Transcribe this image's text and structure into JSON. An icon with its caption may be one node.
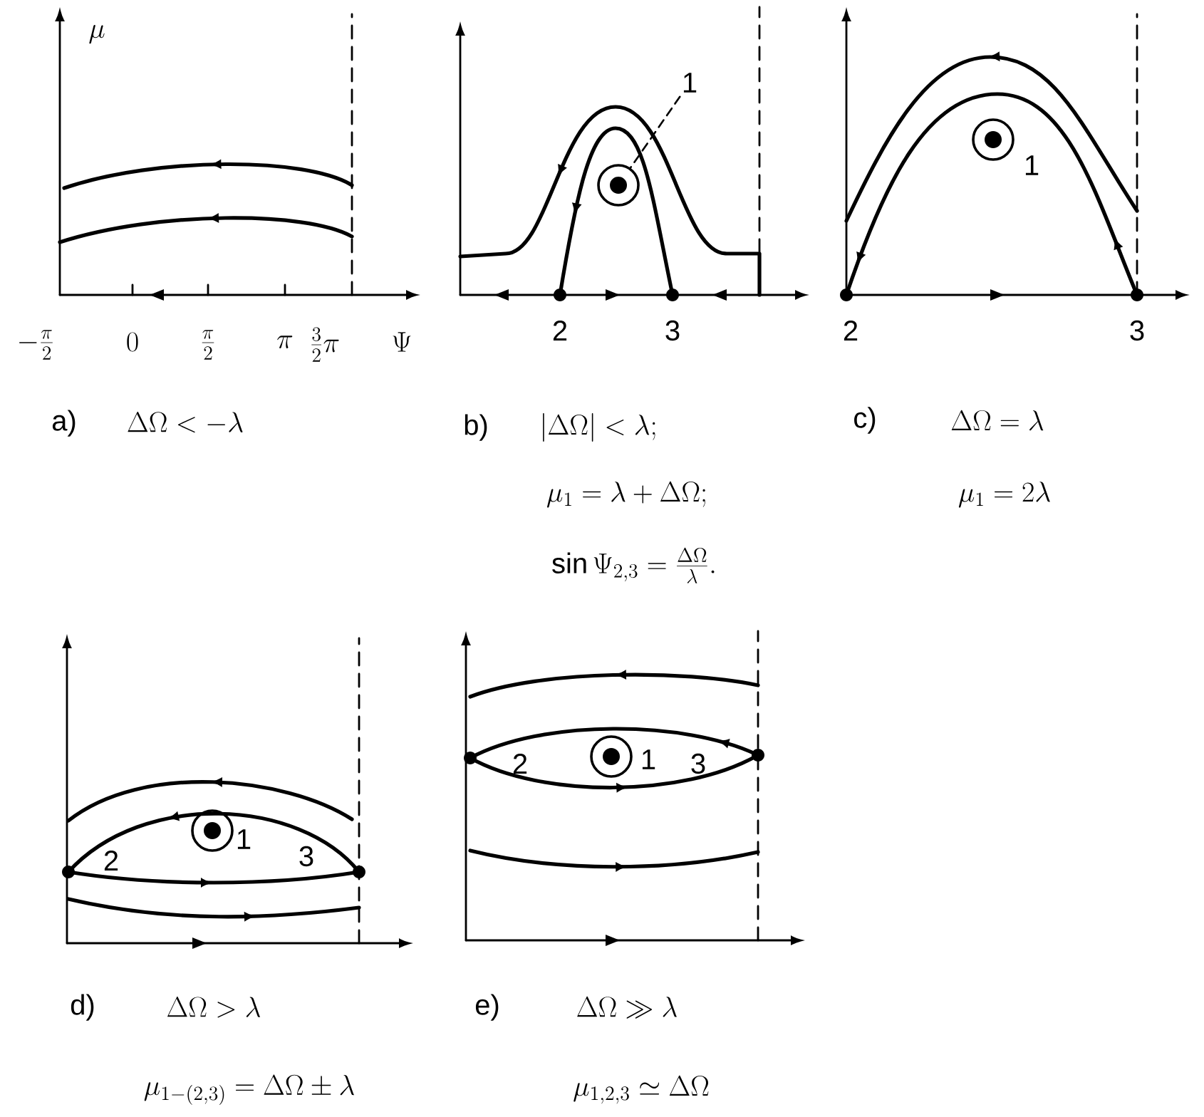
{
  "diagram": {
    "nodes": [
      {
        "text": [
          "1"
        ]
      },
      {
        "text": [],
        "shape": "circle"
      }
    ],
    "edges": [
      {
        "from": 0,
        "to": 1,
        "arrow": "none",
        "style": "dashed"
      }
    ],
    "labels": [
      "\\mu",
      "-\\frac{\\pi}{2}",
      "0",
      "\\frac{\\pi}{2}",
      "\\pi",
      "\\frac{3}{2}\\pi",
      "\\Psi",
      "2",
      "3",
      "2",
      "3",
      "1",
      "a)",
      "\\Delta\\Omega < -\\lambda",
      "b)",
      "|\\Delta\\Omega| < \\lambda;",
      "c)",
      "\\Delta\\Omega = \\lambda",
      "\\mu_1 = \\lambda + \\Delta\\Omega;",
      "\\mu_1 = 2\\lambda",
      "\\sin\\Psi_{2,3} = \\frac{\\Delta\\Omega}{\\lambda}.",
      "2",
      "1",
      "3",
      "2",
      "1",
      "3",
      "d)",
      "\\Delta\\Omega > \\lambda",
      "e)",
      "\\Delta\\Omega \\gg \\lambda",
      "\\mu_{1-(2,3)} = \\Delta\\Omega \\pm \\lambda",
      "\\mu_{1,2,3} \\simeq \\Delta\\Omega"
    ]
  }
}
